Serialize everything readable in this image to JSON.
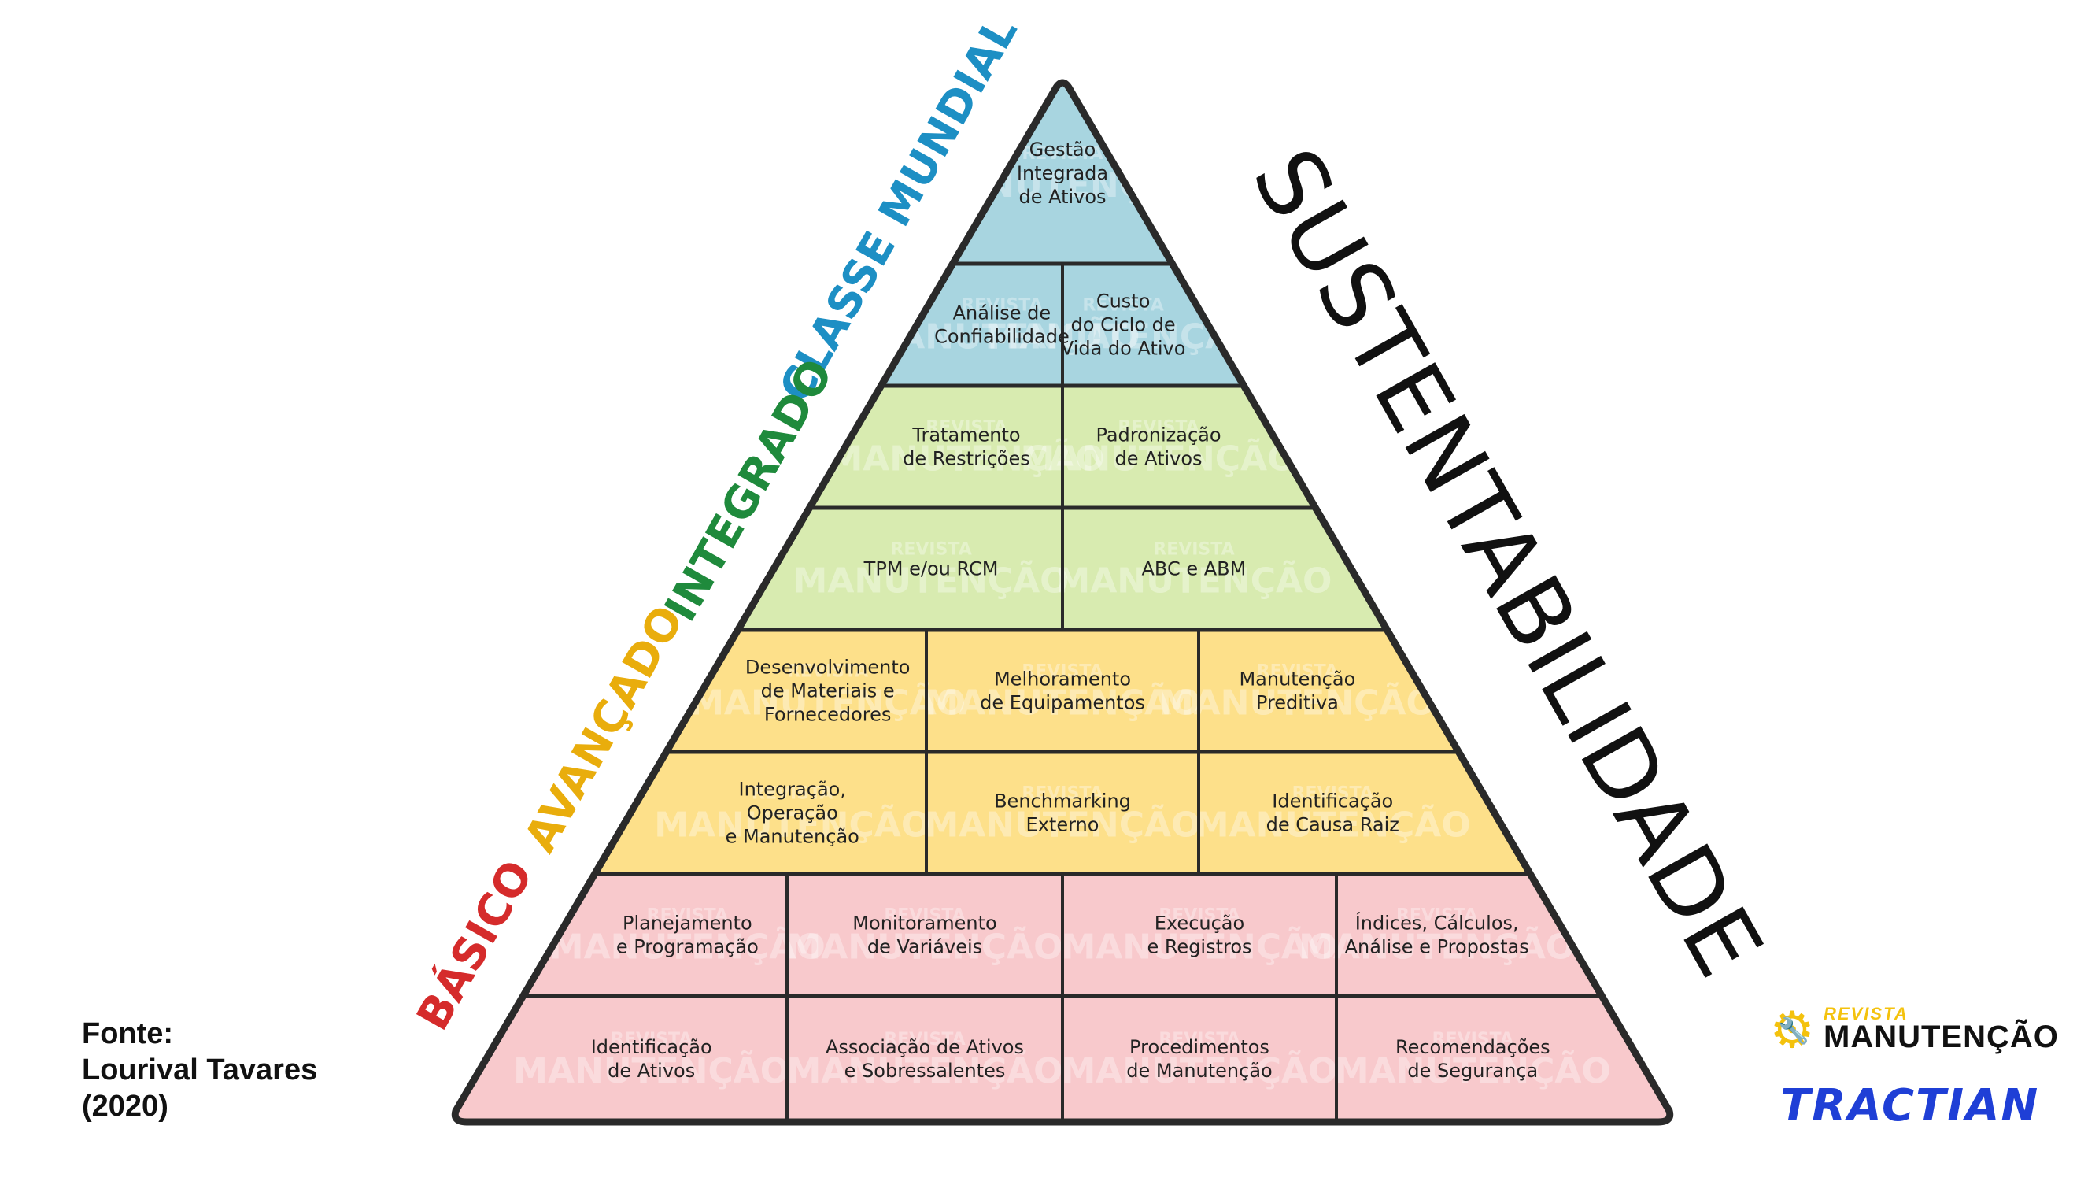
{
  "levels": {
    "classe_mundial": "CLASSE MUNDIAL",
    "integrado": "INTEGRADO",
    "avancado": "AVANÇADO",
    "basico": "BÁSICO"
  },
  "side_label": "SUSTENTABILIDADE",
  "watermark": {
    "line1": "REVISTA",
    "line2": "MANUTENÇÃO"
  },
  "colors": {
    "classe_mundial": "#a8d5e0",
    "integrado": "#d8ebb0",
    "avancado": "#fde08a",
    "basico": "#f8c9cc",
    "classe_mundial_label": "#1d8fc4",
    "integrado_label": "#1f8a3c",
    "avancado_label": "#e9ad0c",
    "basico_label": "#d52b2b",
    "outline": "#2a2a2a"
  },
  "rows": [
    {
      "level": "classe_mundial",
      "cells": [
        [
          "Gestão",
          "Integrada",
          "de Ativos"
        ]
      ]
    },
    {
      "level": "classe_mundial",
      "cells": [
        [
          "Análise de",
          "Confiabilidade"
        ],
        [
          "Custo",
          "do Ciclo de",
          "Vida do Ativo"
        ]
      ]
    },
    {
      "level": "integrado",
      "cells": [
        [
          "Tratamento",
          "de Restrições"
        ],
        [
          "Padronização",
          "de Ativos"
        ]
      ]
    },
    {
      "level": "integrado",
      "cells": [
        [
          "TPM e/ou RCM"
        ],
        [
          "ABC e ABM"
        ]
      ]
    },
    {
      "level": "avancado",
      "cells": [
        [
          "Desenvolvimento",
          "de Materiais e",
          "Fornecedores"
        ],
        [
          "Melhoramento",
          "de Equipamentos"
        ],
        [
          "Manutenção",
          "Preditiva"
        ]
      ]
    },
    {
      "level": "avancado",
      "cells": [
        [
          "Integração,",
          "Operação",
          "e Manutenção"
        ],
        [
          "Benchmarking",
          "Externo"
        ],
        [
          "Identificação",
          "de Causa Raiz"
        ]
      ]
    },
    {
      "level": "basico",
      "cells": [
        [
          "Planejamento",
          "e Programação"
        ],
        [
          "Monitoramento",
          "de Variáveis"
        ],
        [
          "Execução",
          "e Registros"
        ],
        [
          "Índices, Cálculos,",
          "Análise e Propostas"
        ]
      ]
    },
    {
      "level": "basico",
      "cells": [
        [
          "Identificação",
          "de Ativos"
        ],
        [
          "Associação de Ativos",
          "e Sobressalentes"
        ],
        [
          "Procedimentos",
          "de Manutenção"
        ],
        [
          "Recomendações",
          "de Segurança"
        ]
      ]
    }
  ],
  "source": {
    "line1": "Fonte:",
    "line2": "Lourival Tavares",
    "line3": "(2020)"
  },
  "logos": {
    "revista_small": "REVISTA",
    "revista_main": "MANUTENÇÃO",
    "tractian": "TRACTIAN",
    "gear_icon": "gear-icon",
    "wrench_icon": "wrench-icon"
  }
}
